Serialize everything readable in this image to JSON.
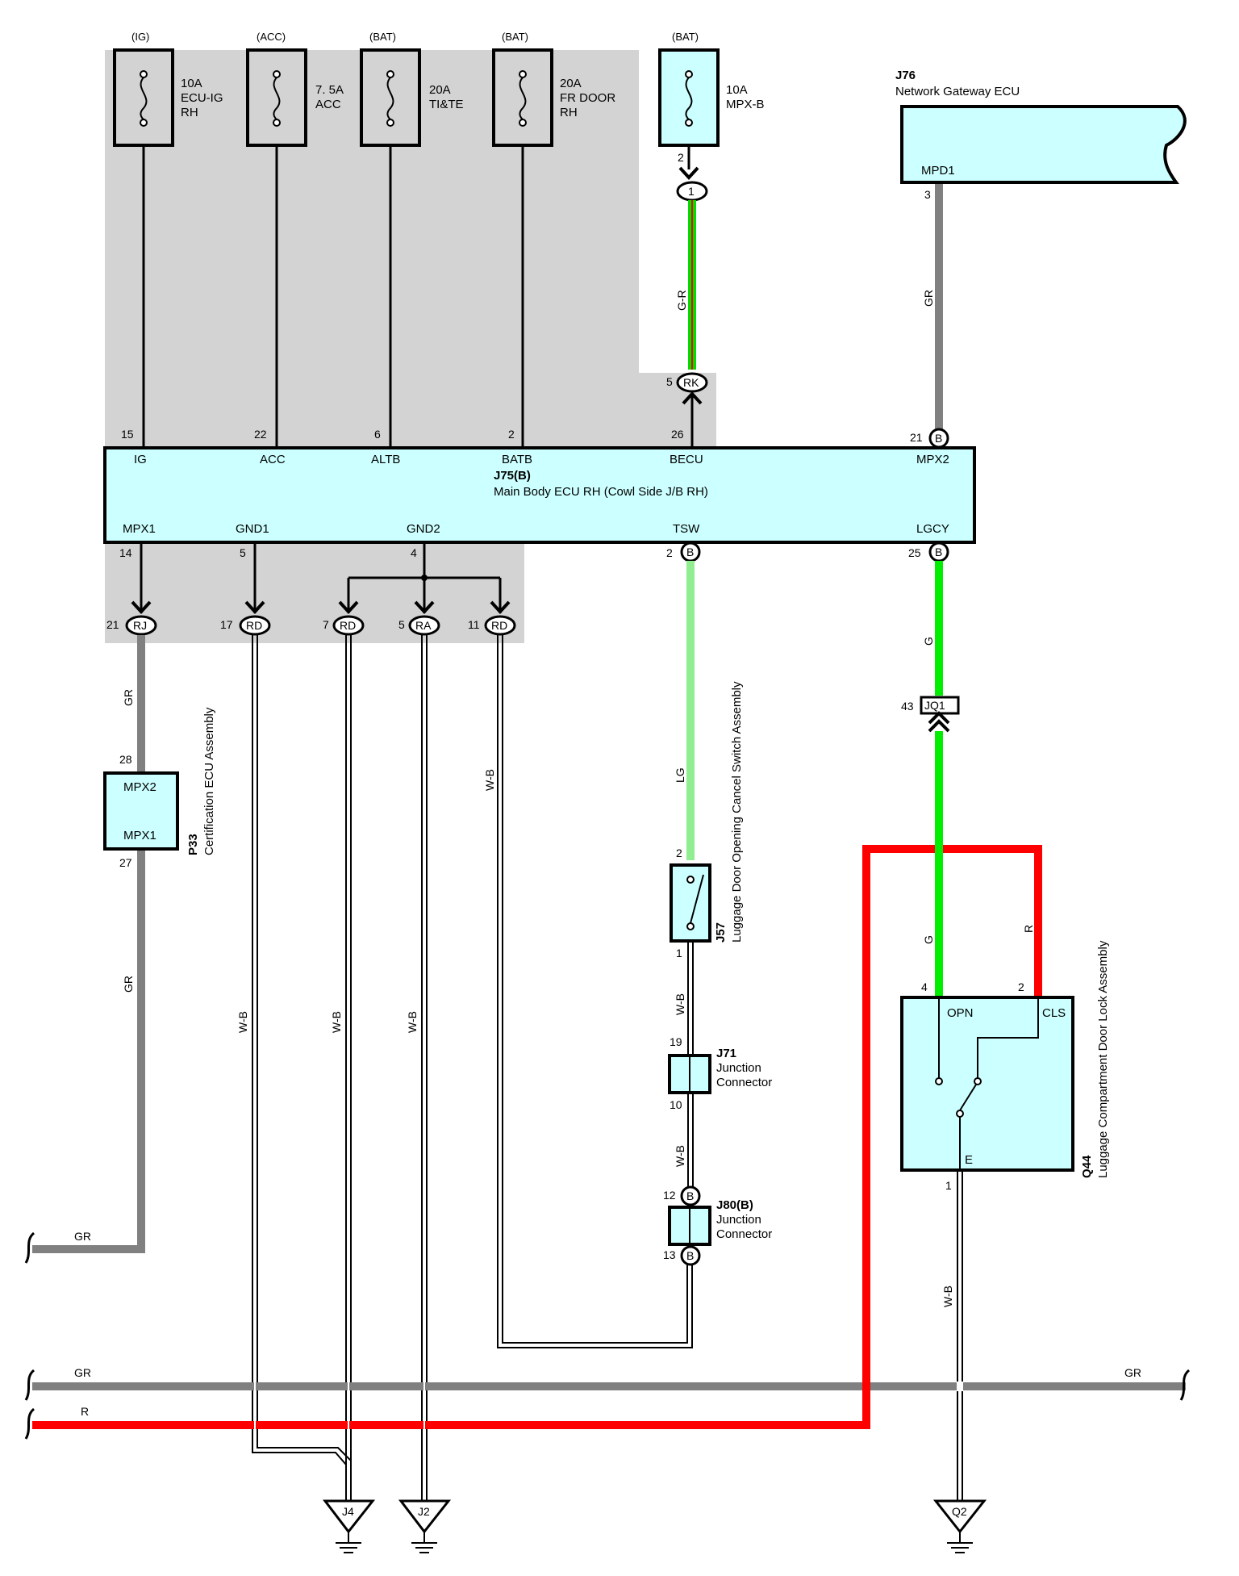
{
  "fuses": [
    {
      "source": "(IG)",
      "rating": "10A",
      "name1": "ECU-IG",
      "name2": "RH"
    },
    {
      "source": "(ACC)",
      "rating": "7. 5A",
      "name1": "ACC",
      "name2": ""
    },
    {
      "source": "(BAT)",
      "rating": "20A",
      "name1": "TI&TE",
      "name2": ""
    },
    {
      "source": "(BAT)",
      "rating": "20A",
      "name1": "FR DOOR",
      "name2": "RH"
    },
    {
      "source": "(BAT)",
      "rating": "10A",
      "name1": "MPX-B",
      "name2": ""
    }
  ],
  "ecu_main": {
    "code": "J75(B)",
    "name": "Main Body ECU RH (Cowl Side J/B RH)",
    "top_pins": [
      {
        "num": "15",
        "label": "IG"
      },
      {
        "num": "22",
        "label": "ACC"
      },
      {
        "num": "6",
        "label": "ALTB"
      },
      {
        "num": "2",
        "label": "BATB"
      },
      {
        "num": "26",
        "label": "BECU"
      },
      {
        "num": "21",
        "label": "MPX2",
        "conn": "B"
      }
    ],
    "bottom_pins": [
      {
        "num": "14",
        "label": "MPX1"
      },
      {
        "num": "5",
        "label": "GND1"
      },
      {
        "num": "4",
        "label": "GND2"
      },
      {
        "num": "2",
        "label": "TSW",
        "conn": "B"
      },
      {
        "num": "25",
        "label": "LGCY",
        "conn": "B"
      }
    ]
  },
  "gateway": {
    "code": "J76",
    "name": "Network Gateway ECU",
    "pin_label": "MPD1",
    "pin_num": "3"
  },
  "cert_ecu": {
    "code": "P33",
    "name": "Certification ECU Assembly",
    "pin_top_label": "MPX2",
    "pin_top_num": "28",
    "pin_bot_label": "MPX1",
    "pin_bot_num": "27"
  },
  "jb_connectors": {
    "mpxb_top": {
      "num": "2",
      "conn": "1"
    },
    "rk": {
      "num": "5",
      "conn": "RK"
    },
    "rj": {
      "num": "21",
      "conn": "RJ"
    },
    "rd1": {
      "num": "17",
      "conn": "RD"
    },
    "rd2": {
      "num": "7",
      "conn": "RD"
    },
    "ra": {
      "num": "5",
      "conn": "RA"
    },
    "rd3": {
      "num": "11",
      "conn": "RD"
    },
    "jq1": {
      "num": "43",
      "conn": "JQ1"
    }
  },
  "switch_j57": {
    "code": "J57",
    "name": "Luggage Door Opening Cancel Switch Assembly",
    "pin_top": "2",
    "pin_bot": "1"
  },
  "junction_j71": {
    "code": "J71",
    "line1": "Junction",
    "line2": "Connector",
    "pin_top": "19",
    "pin_bot": "10"
  },
  "junction_j80": {
    "code": "J80(B)",
    "line1": "Junction",
    "line2": "Connector",
    "pin_top": "12",
    "pin_bot": "13",
    "conn": "B"
  },
  "door_lock_q44": {
    "code": "Q44",
    "name": "Luggage Compartment Door Lock Assembly",
    "opn": "OPN",
    "cls": "CLS",
    "e": "E",
    "pin_opn": "4",
    "pin_cls": "2",
    "pin_e": "1"
  },
  "wire_colors": {
    "gr": "GR",
    "r": "R",
    "gr_r": "G-R",
    "g": "G",
    "lg": "LG",
    "wb": "W-B"
  },
  "grounds": [
    "J4",
    "J2",
    "Q2"
  ],
  "colors": {
    "panel": "#d3d3d3",
    "component": "#ccffff",
    "gray_wire": "#808080",
    "red_wire": "#ff0000",
    "green_wire": "#00ee00",
    "light_green_wire": "#90ee90"
  }
}
